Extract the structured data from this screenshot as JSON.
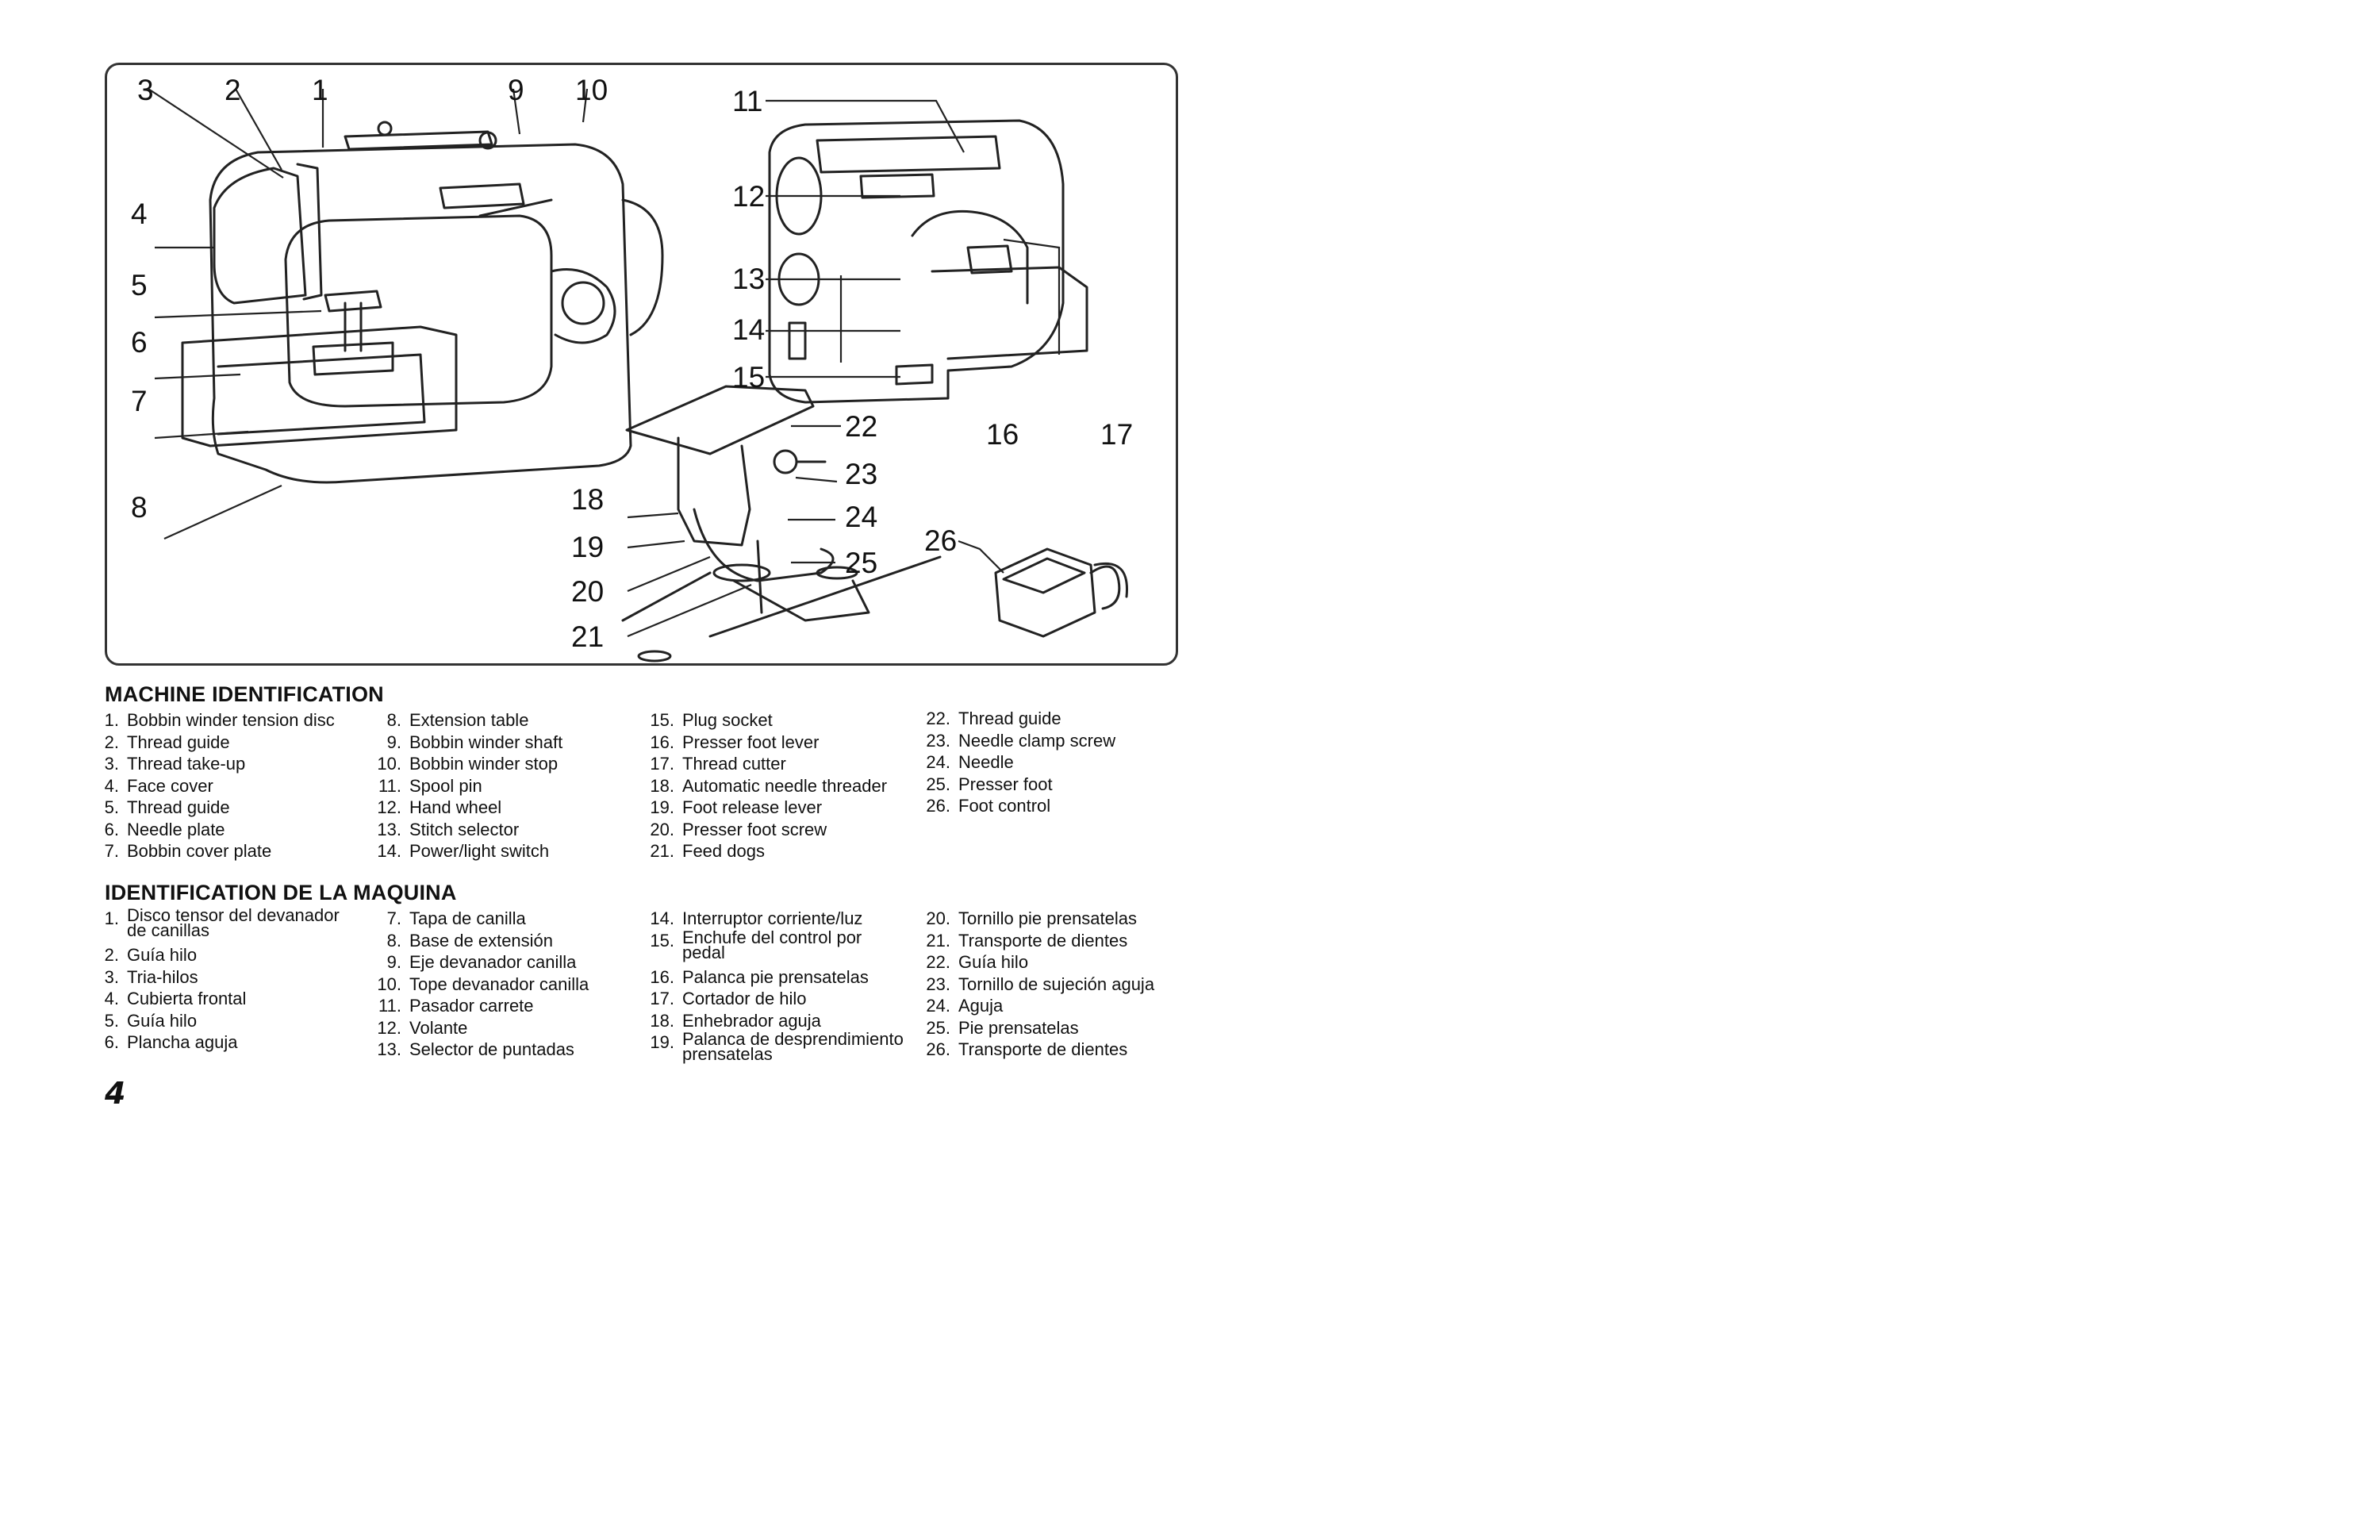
{
  "diagram": {
    "callouts": [
      "1",
      "2",
      "3",
      "4",
      "5",
      "6",
      "7",
      "8",
      "9",
      "10",
      "11",
      "12",
      "13",
      "14",
      "15",
      "16",
      "17",
      "18",
      "19",
      "20",
      "21",
      "22",
      "23",
      "24",
      "25",
      "26"
    ]
  },
  "english": {
    "heading": "MACHINE IDENTIFICATION",
    "columns": [
      [
        {
          "num": "1.",
          "label": "Bobbin winder tension disc"
        },
        {
          "num": "2.",
          "label": "Thread guide"
        },
        {
          "num": "3.",
          "label": "Thread take-up"
        },
        {
          "num": "4.",
          "label": "Face cover"
        },
        {
          "num": "5.",
          "label": "Thread guide"
        },
        {
          "num": "6.",
          "label": "Needle plate"
        },
        {
          "num": "7.",
          "label": "Bobbin cover plate"
        }
      ],
      [
        {
          "num": "8.",
          "label": "Extension table"
        },
        {
          "num": "9.",
          "label": "Bobbin winder shaft"
        },
        {
          "num": "10.",
          "label": "Bobbin winder stop"
        },
        {
          "num": "11.",
          "label": "Spool pin"
        },
        {
          "num": "12.",
          "label": "Hand wheel"
        },
        {
          "num": "13.",
          "label": "Stitch selector"
        },
        {
          "num": "14.",
          "label": "Power/light switch"
        }
      ],
      [
        {
          "num": "15.",
          "label": "Plug socket"
        },
        {
          "num": "16.",
          "label": "Presser foot lever"
        },
        {
          "num": "17.",
          "label": "Thread cutter"
        },
        {
          "num": "18.",
          "label": "Automatic needle threader"
        },
        {
          "num": "19.",
          "label": "Foot release lever"
        },
        {
          "num": "20.",
          "label": "Presser foot screw"
        },
        {
          "num": "21.",
          "label": "Feed dogs"
        }
      ],
      [
        {
          "num": "22.",
          "label": "Thread guide"
        },
        {
          "num": "23.",
          "label": "Needle clamp screw"
        },
        {
          "num": "24.",
          "label": "Needle"
        },
        {
          "num": "25.",
          "label": "Presser foot"
        },
        {
          "num": "26.",
          "label": "Foot control"
        }
      ]
    ]
  },
  "spanish": {
    "heading": "IDENTIFICATION DE LA MAQUINA",
    "columns": [
      [
        {
          "num": "1.",
          "label": "Disco tensor del devanador de canillas",
          "wrap": true
        },
        {
          "num": "2.",
          "label": "Guía hilo"
        },
        {
          "num": "3.",
          "label": "Tria-hilos"
        },
        {
          "num": "4.",
          "label": "Cubierta frontal"
        },
        {
          "num": "5.",
          "label": "Guía hilo"
        },
        {
          "num": "6.",
          "label": "Plancha aguja"
        }
      ],
      [
        {
          "num": "7.",
          "label": "Tapa de canilla"
        },
        {
          "num": "8.",
          "label": "Base de extensión"
        },
        {
          "num": "9.",
          "label": "Eje devanador canilla"
        },
        {
          "num": "10.",
          "label": "Tope devanador canilla"
        },
        {
          "num": "11.",
          "label": "Pasador carrete"
        },
        {
          "num": "12.",
          "label": "Volante"
        },
        {
          "num": "13.",
          "label": "Selector de puntadas"
        }
      ],
      [
        {
          "num": "14.",
          "label": "Interruptor corriente/luz"
        },
        {
          "num": "15.",
          "label": "Enchufe del control por pedal",
          "wrap": true
        },
        {
          "num": "16.",
          "label": "Palanca pie prensatelas"
        },
        {
          "num": "17.",
          "label": "Cortador de hilo"
        },
        {
          "num": "18.",
          "label": "Enhebrador aguja"
        },
        {
          "num": "19.",
          "label": "Palanca de desprendimiento prensatelas",
          "wrap": true
        }
      ],
      [
        {
          "num": "20.",
          "label": "Tornillo pie prensatelas"
        },
        {
          "num": "21.",
          "label": "Transporte de dientes"
        },
        {
          "num": "22.",
          "label": "Guía hilo"
        },
        {
          "num": "23.",
          "label": "Tornillo de sujeción aguja"
        },
        {
          "num": "24.",
          "label": "Aguja"
        },
        {
          "num": "25.",
          "label": "Pie prensatelas"
        },
        {
          "num": "26.",
          "label": "Transporte de dientes"
        }
      ]
    ]
  },
  "page_number": "4"
}
